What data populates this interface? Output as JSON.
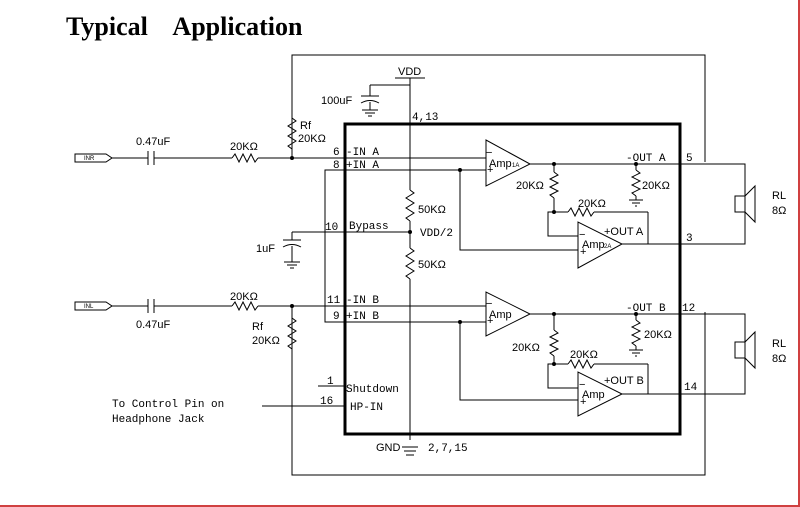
{
  "title": "Typical    Application",
  "power": {
    "vdd": "VDD",
    "vdd_pins": "4,13",
    "gnd": "GND",
    "gnd_pins": "2,7,15",
    "cap_vdd": "100uF"
  },
  "inputs": {
    "right": {
      "jack": "INR",
      "cap": "0.47uF",
      "res": "20KΩ",
      "rf_label": "Rf",
      "rf_value": "20KΩ"
    },
    "left": {
      "jack": "INL",
      "cap": "0.47uF",
      "res": "20KΩ",
      "rf_label": "Rf",
      "rf_value": "20KΩ"
    }
  },
  "bypass": {
    "cap": "1uF",
    "pin": "10",
    "label": "Bypass",
    "vref": "VDD/2",
    "res_top": "50KΩ",
    "res_bottom": "50KΩ"
  },
  "channel_a": {
    "pin_minus": "6",
    "label_minus": "-IN A",
    "pin_plus": "8",
    "label_plus": "+IN A",
    "amp1": "Amp",
    "amp1_sub": "1A",
    "amp2": "Amp",
    "amp2_sub": "2A",
    "out_minus": "-OUT A",
    "out_minus_pin": "5",
    "out_plus": "+OUT A",
    "out_plus_pin": "3",
    "r_left": "20KΩ",
    "r_right": "20KΩ",
    "r_fb": "20KΩ",
    "speaker_label": "RL",
    "speaker_value": "8Ω"
  },
  "channel_b": {
    "pin_minus": "11",
    "label_minus": "-IN B",
    "pin_plus": "9",
    "label_plus": "+IN B",
    "amp1": "Amp",
    "amp2": "Amp",
    "out_minus": "-OUT B",
    "out_minus_pin": "12",
    "out_plus": "+OUT B",
    "out_plus_pin": "14",
    "r_left": "20KΩ",
    "r_right": "20KΩ",
    "r_fb": "20KΩ",
    "speaker_label": "RL",
    "speaker_value": "8Ω"
  },
  "control": {
    "shutdown_pin": "1",
    "shutdown_label": "Shutdown",
    "hpin_pin": "16",
    "hpin_label": "HP-IN",
    "note_line1": "To Control Pin on",
    "note_line2": "Headphone Jack"
  }
}
